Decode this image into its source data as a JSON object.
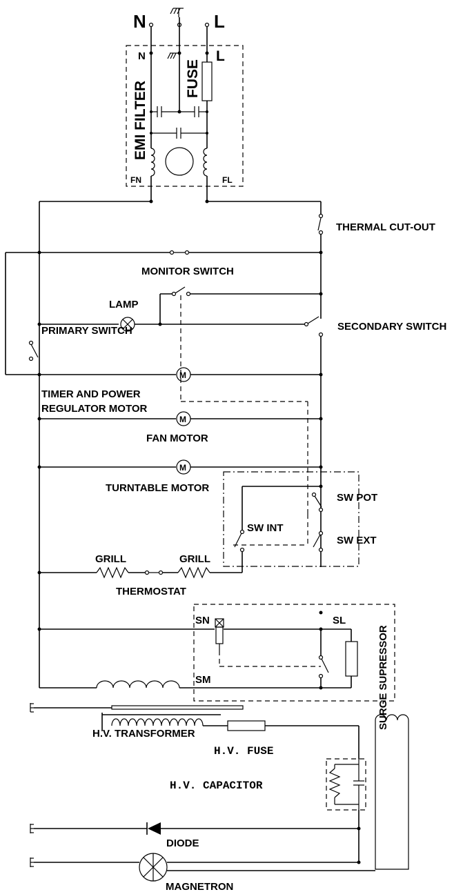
{
  "labels": {
    "n_top": "N",
    "l_top": "L",
    "n_inner": "N",
    "l_inner": "L",
    "emi_filter": "EMI FILTER",
    "fuse": "FUSE",
    "fn": "FN",
    "fl": "FL",
    "thermal_cutout": "THERMAL CUT-OUT",
    "monitor_switch": "MONITOR SWITCH",
    "lamp": "LAMP",
    "secondary_switch": "SECONDARY SWITCH",
    "primary_switch": "PRIMARY SWITCH",
    "timer_motor_1": "TIMER AND POWER",
    "timer_motor_2": "REGULATOR MOTOR",
    "fan_motor": "FAN MOTOR",
    "turntable_motor": "TURNTABLE MOTOR",
    "sw_pot": "SW POT",
    "sw_int": "SW INT",
    "sw_ext": "SW EXT",
    "grill_left": "GRILL",
    "grill_right": "GRILL",
    "thermostat": "THERMOSTAT",
    "sn": "SN",
    "sl": "SL",
    "sm": "SM",
    "surge_supressor": "SURGE SUPRESSOR",
    "hv_transformer": "H.V. TRANSFORMER",
    "hv_fuse": "H.V. FUSE",
    "hv_capacitor": "H.V. CAPACITOR",
    "diode": "DIODE",
    "magnetron": "MAGNETRON",
    "motor_symbol": "M"
  }
}
